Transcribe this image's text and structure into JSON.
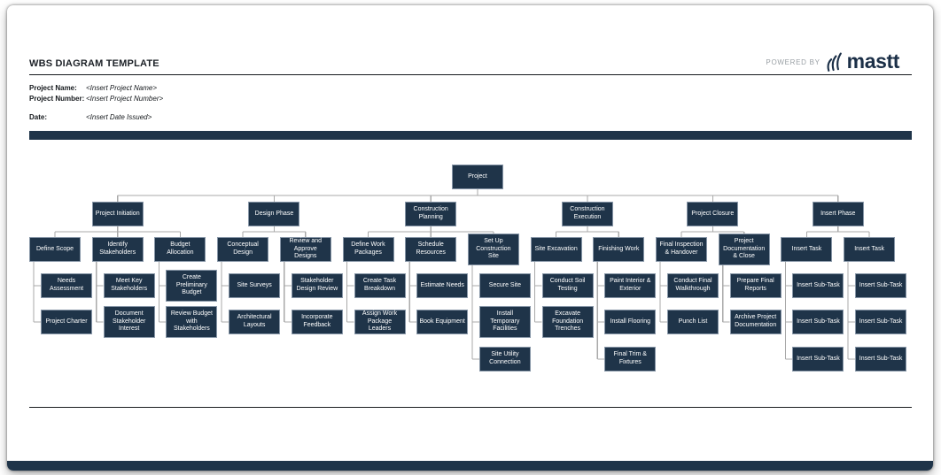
{
  "header": {
    "title": "WBS DIAGRAM TEMPLATE",
    "fields": [
      {
        "label": "Project Name:",
        "value": "<Insert Project Name>"
      },
      {
        "label": "Project Number:",
        "value": "<Insert Project Number>"
      },
      {
        "label": "Date:",
        "value": "<Insert Date Issued>"
      }
    ],
    "powered_by": "POWERED BY",
    "brand": "mastt"
  },
  "colors": {
    "node_fill": "#1f3449",
    "node_border": "#8796a7",
    "node_text": "#ffffff",
    "connector": "#a9a9a9",
    "bar": "#1f3449",
    "brand_navy": "#1b2f47",
    "powered_by_gray": "#9aa0a5"
  },
  "diagram": {
    "root": "Project",
    "phases": [
      {
        "label": "Project Initiation",
        "children": [
          {
            "label": "Define Scope",
            "subtasks": [
              "Needs Assessment",
              "Project Charter"
            ]
          },
          {
            "label": "Identify Stakeholders",
            "subtasks": [
              "Meet Key Stakeholders",
              "Document Stakeholder Interest"
            ]
          },
          {
            "label": "Budget Allocation",
            "subtasks": [
              "Create Preliminary Budget",
              "Review Budget with Stakeholders"
            ]
          }
        ]
      },
      {
        "label": "Design Phase",
        "children": [
          {
            "label": "Conceptual Design",
            "subtasks": [
              "Site Surveys",
              "Architectural Layouts"
            ]
          },
          {
            "label": "Review and Approve Designs",
            "subtasks": [
              "Stakeholder Design Review",
              "Incorporate Feedback"
            ]
          }
        ]
      },
      {
        "label": "Construction Planning",
        "children": [
          {
            "label": "Define Work Packages",
            "subtasks": [
              "Create Task Breakdown",
              "Assign Work Package Leaders"
            ]
          },
          {
            "label": "Schedule Resources",
            "subtasks": [
              "Estimate Needs",
              "Book Equipment"
            ]
          },
          {
            "label": "Set Up Construction Site",
            "subtasks": [
              "Secure Site",
              "Install Temporary Facilities",
              "Site Utility Connection"
            ]
          }
        ]
      },
      {
        "label": "Construction Execution",
        "children": [
          {
            "label": "Site Excavation",
            "subtasks": [
              "Conduct Soil Testing",
              "Excavate Foundation Trenches"
            ]
          },
          {
            "label": "Finishing Work",
            "subtasks": [
              "Paint Interior & Exterior",
              "Install Flooring",
              "Final Trim & Fixtures"
            ]
          }
        ]
      },
      {
        "label": "Project Closure",
        "children": [
          {
            "label": "Final Inspection & Handover",
            "subtasks": [
              "Conduct Final Walkthrough",
              "Punch List"
            ]
          },
          {
            "label": "Project Documentation & Close",
            "subtasks": [
              "Prepare Final Reports",
              "Archive Project Documentation"
            ]
          }
        ]
      },
      {
        "label": "Insert Phase",
        "children": [
          {
            "label": "Insert Task",
            "subtasks": [
              "Insert Sub-Task",
              "Insert Sub-Task",
              "Insert Sub-Task"
            ]
          },
          {
            "label": "Insert Task",
            "subtasks": [
              "Insert Sub-Task",
              "Insert Sub-Task",
              "Insert Sub-Task"
            ]
          }
        ]
      }
    ]
  }
}
